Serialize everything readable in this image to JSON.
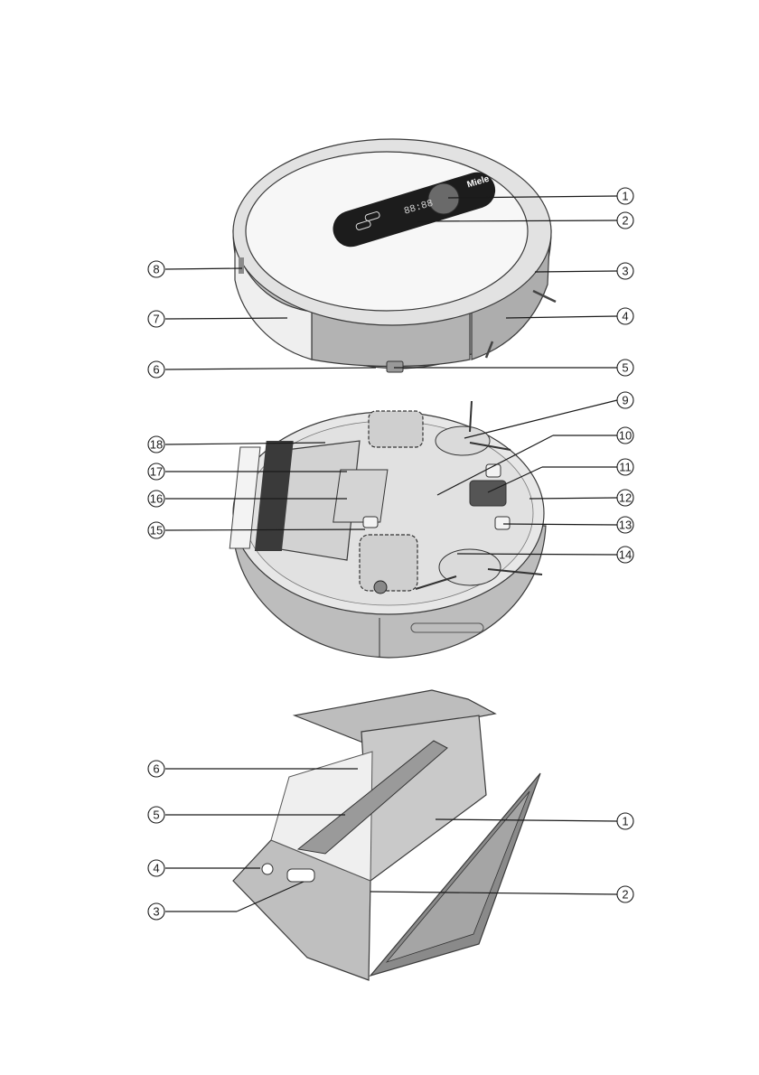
{
  "colors": {
    "ink": "#1a1a1a",
    "body_grey": "#b9b9b9",
    "light_grey": "#e6e6e6",
    "dark_panel": "#1c1c1c",
    "white": "#ffffff"
  },
  "panel_top": {
    "display_text": "88:88",
    "brand_text": "Miele",
    "callouts": [
      {
        "num": "1"
      },
      {
        "num": "2"
      },
      {
        "num": "3"
      },
      {
        "num": "4"
      },
      {
        "num": "5"
      },
      {
        "num": "6"
      },
      {
        "num": "7"
      },
      {
        "num": "8"
      }
    ]
  },
  "panel_bottom": {
    "callouts": [
      {
        "num": "9"
      },
      {
        "num": "10"
      },
      {
        "num": "11"
      },
      {
        "num": "12"
      },
      {
        "num": "13"
      },
      {
        "num": "14"
      },
      {
        "num": "15"
      },
      {
        "num": "16"
      },
      {
        "num": "17"
      },
      {
        "num": "18"
      }
    ]
  },
  "panel_dustbox": {
    "callouts": [
      {
        "num": "1"
      },
      {
        "num": "2"
      },
      {
        "num": "3"
      },
      {
        "num": "4"
      },
      {
        "num": "5"
      },
      {
        "num": "6"
      }
    ]
  }
}
